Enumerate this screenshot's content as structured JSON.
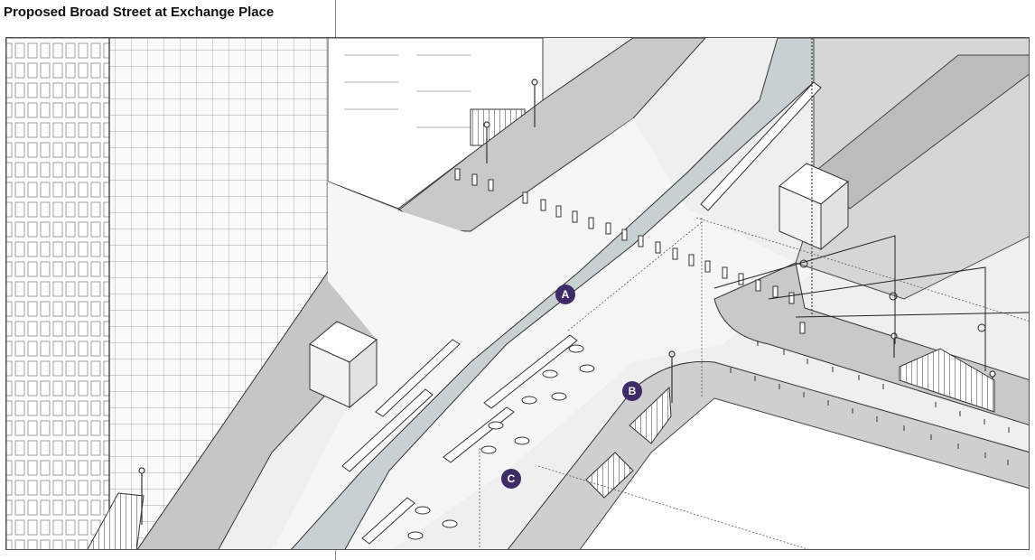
{
  "header": {
    "title": "Proposed Broad Street at Exchange Place"
  },
  "markers": [
    {
      "label": "A"
    },
    {
      "label": "B"
    },
    {
      "label": "C"
    }
  ],
  "colors": {
    "badge": "#3f2b66",
    "road": "#c9d1d3",
    "sidewalk": "#c4c4c4",
    "plaza": "#f2f2f2",
    "line": "#333333"
  }
}
